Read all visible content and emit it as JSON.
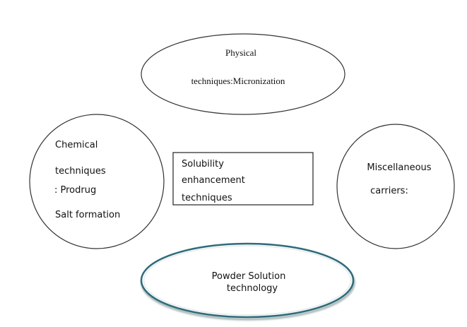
{
  "center": {
    "lines": [
      "Solubility",
      "enhancement",
      "techniques"
    ]
  },
  "physical": {
    "lines": [
      "Physical",
      "techniques:Micronization"
    ]
  },
  "chemical": {
    "lines": [
      "Chemical",
      "techniques",
      ": Prodrug",
      "Salt formation"
    ]
  },
  "miscellaneous": {
    "lines": [
      "Miscellaneous",
      "carriers:"
    ]
  },
  "powder": {
    "lines": [
      "Powder Solution",
      "technology"
    ]
  },
  "colors": {
    "outline": "#333333",
    "powder_ring": "#2e6b7a"
  }
}
